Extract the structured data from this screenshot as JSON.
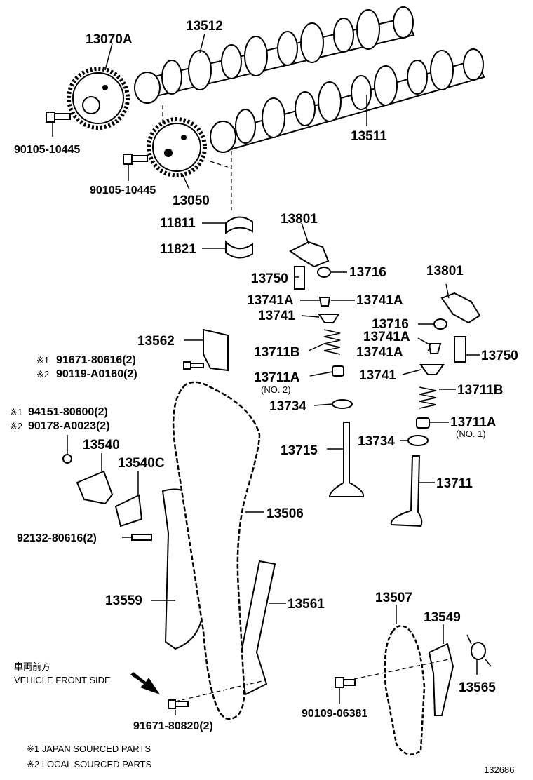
{
  "diagram_id": "132686",
  "labels": {
    "cam_intake_gear": "13070A",
    "camshaft_upper": "13512",
    "camshaft_lower": "13511",
    "bolt_upper": "90105-10445",
    "bolt_lower": "90105-10445",
    "cam_exhaust_gear": "13050",
    "bearing_upper": "11811",
    "bearing_lower": "11821",
    "rocker_arm_left": "13801",
    "lash_adjuster_left": "13750",
    "cap_left": "13716",
    "retainer_lock_left_a": "13741A",
    "retainer_lock_left_b": "13741A",
    "retainer_left": "13741",
    "spring_left": "13711B",
    "seal_left": "13711A",
    "seal_left_note": "(NO. 2)",
    "spring_seat_left": "13734",
    "valve_left": "13715",
    "rocker_arm_right": "13801",
    "cap_right": "13716",
    "retainer_lock_right_a": "13741A",
    "retainer_lock_right_b": "13741A",
    "lash_adjuster_right": "13750",
    "retainer_right": "13741",
    "spring_right": "13711B",
    "seal_right": "13711A",
    "seal_right_note": "(NO. 1)",
    "spring_seat_right": "13734",
    "valve_right": "13711",
    "chain_damper": "13562",
    "bolt_damper_1": "91671-80616(2)",
    "bolt_damper_2": "90119-A0160(2)",
    "nut_tensioner_1": "94151-80600(2)",
    "nut_tensioner_2": "90178-A0023(2)",
    "tensioner": "13540",
    "gasket": "13540C",
    "stud": "92132-80616(2)",
    "timing_chain": "13506",
    "slipper": "13559",
    "chain_guide": "13561",
    "bolt_slipper": "91671-80820(2)",
    "oil_pump_chain": "13507",
    "pump_tensioner": "13549",
    "pump_bolt": "90109-06381",
    "pump_spring": "13565"
  },
  "marks": {
    "mark1": "※1",
    "mark2": "※2"
  },
  "front": {
    "jp": "車両前方",
    "en": "VEHICLE FRONT SIDE"
  },
  "legend": {
    "note1": "※1 JAPAN SOURCED PARTS",
    "note2": "※2 LOCAL SOURCED PARTS"
  }
}
